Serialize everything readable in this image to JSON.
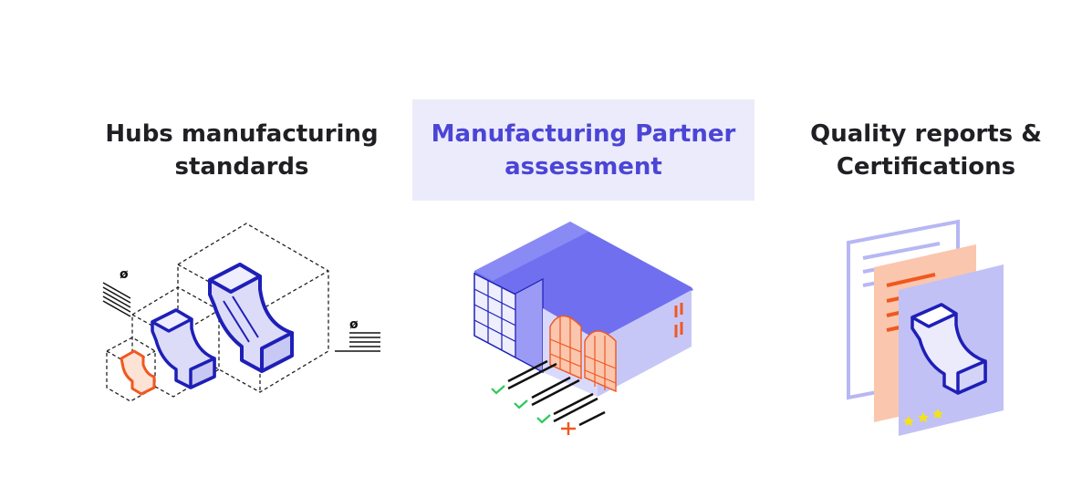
{
  "tabs": [
    {
      "label": "Hubs manufacturing\nstandards",
      "active": false
    },
    {
      "label": "Manufacturing Partner\nassessment",
      "active": true
    },
    {
      "label": "Quality reports &\nCertifications",
      "active": false
    }
  ],
  "illustrations": {
    "standards": {
      "icon": "manufactured-parts-icon",
      "diameter_symbol": "ø"
    },
    "assessment": {
      "icon": "factory-checklist-icon"
    },
    "quality": {
      "icon": "quality-report-documents-icon",
      "rating_stars": 3
    }
  },
  "colors": {
    "accent": "#4b45d6",
    "active_bg": "#ecebfb",
    "text": "#1f1f24",
    "blue_line": "#1e1fb8",
    "orange": "#f0581f",
    "factory_purple": "#6f6ff0",
    "salmon": "#fbc6ae",
    "star": "#f4e21c",
    "check": "#2ec85a"
  }
}
